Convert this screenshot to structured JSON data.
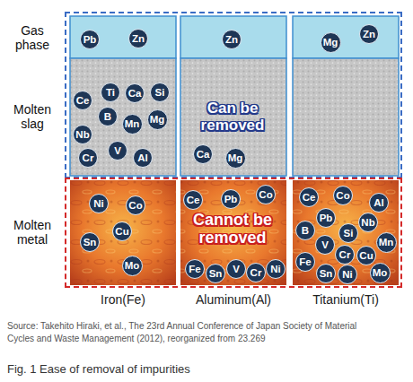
{
  "diagram": {
    "caption": "Fig. 1 Ease of removal of impurities",
    "nodes": [
      {
        "text": [
          "Can be removed"
        ]
      },
      {
        "text": [
          "Pb"
        ],
        "in": 0
      },
      {
        "text": [
          "Zn"
        ],
        "in": 0
      },
      {
        "text": [
          "Zn"
        ],
        "in": 0
      },
      {
        "text": [
          "Mg"
        ],
        "in": 0
      },
      {
        "text": [
          "Zn"
        ],
        "in": 0
      },
      {
        "text": [
          "Ce"
        ],
        "in": 0
      },
      {
        "text": [
          "Ti"
        ],
        "in": 0
      },
      {
        "text": [
          "Ca"
        ],
        "in": 0
      },
      {
        "text": [
          "Si"
        ],
        "in": 0
      },
      {
        "text": [
          "B"
        ],
        "in": 0
      },
      {
        "text": [
          "Mn"
        ],
        "in": 0
      },
      {
        "text": [
          "Mg"
        ],
        "in": 0
      },
      {
        "text": [
          "Nb"
        ],
        "in": 0
      },
      {
        "text": [
          "Cr"
        ],
        "in": 0
      },
      {
        "text": [
          "V"
        ],
        "in": 0
      },
      {
        "text": [
          "Al"
        ],
        "in": 0
      },
      {
        "text": [
          "Ca"
        ],
        "in": 0
      },
      {
        "text": [
          "Mg"
        ],
        "in": 0
      },
      {
        "text": [
          "Cannot be removed"
        ]
      },
      {
        "text": [
          "Ni"
        ],
        "in": 19
      },
      {
        "text": [
          "Co"
        ],
        "in": 19
      },
      {
        "text": [
          "Cu"
        ],
        "in": 19
      },
      {
        "text": [
          "Sn"
        ],
        "in": 19
      },
      {
        "text": [
          "Mo"
        ],
        "in": 19
      },
      {
        "text": [
          "Ce"
        ],
        "in": 19
      },
      {
        "text": [
          "Pb"
        ],
        "in": 19
      },
      {
        "text": [
          "Co"
        ],
        "in": 19
      },
      {
        "text": [
          "Fe"
        ],
        "in": 19
      },
      {
        "text": [
          "Sn"
        ],
        "in": 19
      },
      {
        "text": [
          "V"
        ],
        "in": 19
      },
      {
        "text": [
          "Cr"
        ],
        "in": 19
      },
      {
        "text": [
          "Ni"
        ],
        "in": 19
      },
      {
        "text": [
          "Ce"
        ],
        "in": 19
      },
      {
        "text": [
          "Co"
        ],
        "in": 19
      },
      {
        "text": [
          "Al"
        ],
        "in": 19
      },
      {
        "text": [
          "Pb"
        ],
        "in": 19
      },
      {
        "text": [
          "Nb"
        ],
        "in": 19
      },
      {
        "text": [
          "B"
        ],
        "in": 19
      },
      {
        "text": [
          "Si"
        ],
        "in": 19
      },
      {
        "text": [
          "Mn"
        ],
        "in": 19
      },
      {
        "text": [
          "V"
        ],
        "in": 19
      },
      {
        "text": [
          "Cr"
        ],
        "in": 19
      },
      {
        "text": [
          "Cu"
        ],
        "in": 19
      },
      {
        "text": [
          "Fe"
        ],
        "in": 19
      },
      {
        "text": [
          "Sn"
        ],
        "in": 19
      },
      {
        "text": [
          "Ni"
        ],
        "in": 19
      },
      {
        "text": [
          "Mo"
        ],
        "in": 19
      }
    ],
    "labels": [
      "Gas phase",
      "Molten slag",
      "Molten metal",
      "Iron(Fe)",
      "Aluminum(Al)",
      "Titanium(Ti)",
      "Source: Takehito Hiraki, et al., The 23rd Annual Conference of Japan Society of Material Cycles and Waste Management (2012), reorganized from 23.269"
    ]
  }
}
